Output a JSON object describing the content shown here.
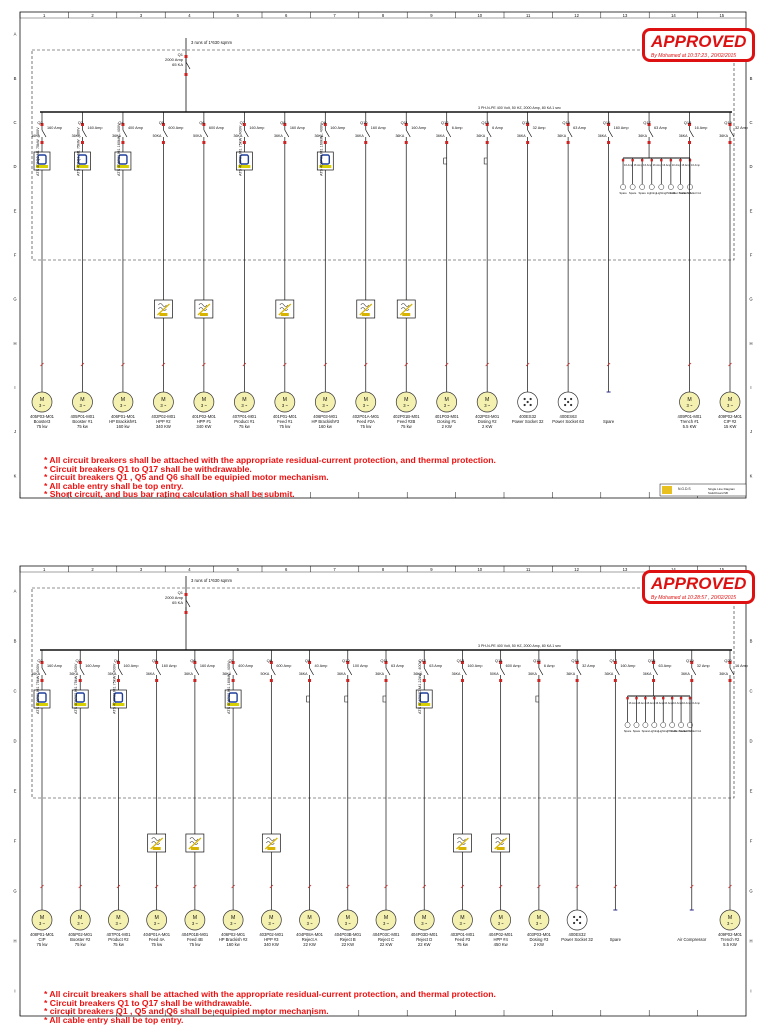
{
  "col_numbers": [
    "1",
    "2",
    "3",
    "4",
    "5",
    "6",
    "7",
    "8",
    "9",
    "10",
    "11",
    "12",
    "13",
    "14",
    "15"
  ],
  "row_letters": [
    "A",
    "B",
    "C",
    "D",
    "E",
    "F",
    "G",
    "H",
    "I",
    "J",
    "K"
  ],
  "sheets": [
    {
      "incoming": "3 runs of 1*630 sqmm",
      "main_breaker": {
        "tag": "Q1",
        "rating": "2000 Amp",
        "ka": "65 KA"
      },
      "busbar": "3 PH-N-PE 400 Volt, 50 HZ, 2000 Amp, 80 KA 1 sec",
      "approved": "APPROVED",
      "approved_by": "By Mohamed at 10:37:23 , 20/02/2015",
      "title_block": {
        "company": "N.G.D.S",
        "title": "Single Line Diagram",
        "subtitle": "Switchboard SB"
      },
      "feeders": [
        {
          "q": "Q2",
          "amp": "160 Amp",
          "ka": "36KA",
          "dev": "ATS",
          "dev_label": "ATS 405Q2 M1 75kW , 400V",
          "id": "405P03-M01",
          "name": "Booster3",
          "kw": "75 kw",
          "motor": "M 3 ~"
        },
        {
          "q": "Q3",
          "amp": "160 Amp",
          "ka": "36KA",
          "dev": "ATS",
          "dev_label": "ATS 405Q1 M1 75kW , 400V",
          "id": "405P01-M01",
          "name": "Booster #1",
          "kw": "75 kw",
          "motor": "M 3 ~"
        },
        {
          "q": "Q4",
          "amp": "400 Amp",
          "ka": "36KA",
          "dev": "ATS",
          "dev_label": "ATS 406P01 M1 160kW , 400V",
          "id": "406P01-M01",
          "name": "HP Brackish#1",
          "kw": "160 kw",
          "motor": "M 3 ~"
        },
        {
          "q": "Q5",
          "amp": "600 Amp",
          "ka": "50KA",
          "dev": "VFD",
          "id": "402P02-M01",
          "name": "HPP #2",
          "kw": "340 KW",
          "motor": "M 3 ~"
        },
        {
          "q": "Q6",
          "amp": "600 Amp",
          "ka": "50KA",
          "dev": "VFD",
          "id": "401P02-M01",
          "name": "HPP #1",
          "kw": "340 KW",
          "motor": "M 3 ~"
        },
        {
          "q": "Q7",
          "amp": "160 Amp",
          "ka": "36KA",
          "dev": "ATS",
          "dev_label": "ATS 407P01 M1 75kW , 400V",
          "id": "407P01-M01",
          "name": "Product #1",
          "kw": "75 kw",
          "motor": "M 3 ~"
        },
        {
          "q": "Q8",
          "amp": "160 Amp",
          "ka": "36KA",
          "dev": "VFD",
          "id": "401P01-M01",
          "name": "Feed #1",
          "kw": "75 kw",
          "motor": "M 3 ~"
        },
        {
          "q": "Q9",
          "amp": "160 Amp",
          "ka": "36KA",
          "dev": "ATS",
          "dev_label": "ATS 406P03 M1 160kW , 400V",
          "id": "406P03-M01",
          "name": "HP Brackish#3",
          "kw": "160 kw",
          "motor": "M 3 ~"
        },
        {
          "q": "Q10",
          "amp": "160 Amp",
          "ka": "36KA",
          "dev": "VFD",
          "id": "402P01A-M01",
          "name": "Feed #2A",
          "kw": "75 kw",
          "motor": "M 3 ~"
        },
        {
          "q": "Q11",
          "amp": "160 Amp",
          "ka": "36KA",
          "dev": "VFD",
          "id": "402P01B-M01",
          "name": "Feed #2B",
          "kw": "75 kw",
          "motor": "M 3 ~"
        },
        {
          "q": "Q12",
          "amp": "6 Amp",
          "ka": "36KA",
          "dev": "NONE",
          "id": "401P03-M01",
          "name": "Dosing #1",
          "kw": "2 KW",
          "motor": "M 3 ~"
        },
        {
          "q": "Q13",
          "amp": "6 Amp",
          "ka": "36KA",
          "dev": "NONE",
          "id": "402P03-M01",
          "name": "Dosing #2",
          "kw": "2 KW",
          "motor": "M 3 ~"
        },
        {
          "q": "Q14",
          "amp": "32 Amp",
          "ka": "36KA",
          "dev": "NONE",
          "id": "400ES32",
          "name": "Power Socket 32",
          "kw": "",
          "motor": "socket"
        },
        {
          "q": "Q15",
          "amp": "63 Amp",
          "ka": "36KA",
          "dev": "NONE",
          "id": "400ES63",
          "name": "Power Socket 63",
          "kw": "",
          "motor": "socket"
        },
        {
          "q": "Q16",
          "amp": "160 Amp",
          "ka": "36KA",
          "dev": "NONE",
          "id": "",
          "name": "Spare",
          "kw": "",
          "motor": "spare"
        },
        {
          "q": "Q17",
          "amp": "63 Amp",
          "ka": "36KA",
          "dev": "NONE",
          "id": "",
          "name": "",
          "kw": "",
          "motor": "dist"
        },
        {
          "q": "Q18",
          "amp": "16 Amp",
          "ka": "36KA",
          "dev": "NONE",
          "id": "409P01-M01",
          "name": "Trench #1",
          "kw": "5.5 KW",
          "motor": "M 3 ~"
        },
        {
          "q": "Q19",
          "amp": "32 Amp",
          "ka": "36KA",
          "dev": "NONE",
          "id": "409P02-M01",
          "name": "CIP #2",
          "kw": "15 KW",
          "motor": "M 3 ~"
        }
      ],
      "notes": [
        "* All circuit breakers shall be attached with the appropriate residual-current protection, and thermal protection.",
        "* Circuit breakers Q1 to Q17 shall be withdrawable.",
        "* circuit breakers Q1 , Q5 and Q6 shall be equipied motor mechanism.",
        "* All cable entry shall be top entry.",
        "* Short circuit, and bus bar rating calculation shall be submit."
      ]
    },
    {
      "incoming": "3 runs of 1*630 sqmm",
      "main_breaker": {
        "tag": "Q1",
        "rating": "2000 Amp",
        "ka": "65 KA"
      },
      "busbar": "3 PH-N-PE 400 Volt, 50 HZ, 2000 Amp, 80 KA 1 sec",
      "approved": "APPROVED",
      "approved_by": "By Mohamed at 10:28:57 , 20/02/2015",
      "feeders": [
        {
          "q": "Q2",
          "amp": "160 Amp",
          "ka": "36KA",
          "dev": "ATS",
          "dev_label": "ATS 408P01 M1 75kW , 400V",
          "id": "408P01-M01",
          "name": "CIP",
          "kw": "75 kw",
          "motor": "M 3 ~"
        },
        {
          "q": "Q3",
          "amp": "160 Amp",
          "ka": "36KA",
          "dev": "ATS",
          "dev_label": "ATS 405P02 M1 75kW , 400V",
          "id": "405P02-M01",
          "name": "Booster #2",
          "kw": "75 kw",
          "motor": "M 3 ~"
        },
        {
          "q": "Q4",
          "amp": "160 Amp",
          "ka": "36KA",
          "dev": "ATS",
          "dev_label": "ATS 407P02 M1 75kW , 400V",
          "id": "407P01-M01",
          "name": "Product #2",
          "kw": "75 kw",
          "motor": "M 3 ~"
        },
        {
          "q": "Q5",
          "amp": "160 Amp",
          "ka": "36KA",
          "dev": "VFD",
          "id": "404P01A-M01",
          "name": "Feed 4A",
          "kw": "75 kw",
          "motor": "M 3 ~"
        },
        {
          "q": "Q6",
          "amp": "160 Amp",
          "ka": "36KA",
          "dev": "VFD",
          "id": "404P01B-M01",
          "name": "Feed 4B",
          "kw": "75 kw",
          "motor": "M 3 ~"
        },
        {
          "q": "Q7",
          "amp": "400 Amp",
          "ka": "36KA",
          "dev": "ATS",
          "dev_label": "ATS 406P02 M1 160kW , 400V",
          "id": "406P02-M01",
          "name": "HP Brackish #2",
          "kw": "160 kw",
          "motor": "M 3 ~"
        },
        {
          "q": "Q8",
          "amp": "600 Amp",
          "ka": "50KA",
          "dev": "VFD",
          "id": "403P02-M01",
          "name": "HPP #3",
          "kw": "340 KW",
          "motor": "M 3 ~"
        },
        {
          "q": "Q9",
          "amp": "40 Amp",
          "ka": "36KA",
          "dev": "NONE",
          "id": "404P08A-M01",
          "name": "Reject A",
          "kw": "22 KW",
          "motor": "M 3 ~"
        },
        {
          "q": "Q10",
          "amp": "100 Amp",
          "ka": "36KA",
          "dev": "NONE",
          "id": "404P03B-M01",
          "name": "Reject B",
          "kw": "22 KW",
          "motor": "M 3 ~"
        },
        {
          "q": "Q11",
          "amp": "63 Amp",
          "ka": "36KA",
          "dev": "NONE",
          "id": "404P03C-M01",
          "name": "Reject C",
          "kw": "22 KW",
          "motor": "M 3 ~"
        },
        {
          "q": "Q12",
          "amp": "63 Amp",
          "ka": "36KA",
          "dev": "ATS",
          "dev_label": "ATS 404P03D M1 22kW , 400V",
          "id": "404P03D-M01",
          "name": "Reject D",
          "kw": "22 KW",
          "motor": "M 3 ~"
        },
        {
          "q": "Q13",
          "amp": "160 Amp",
          "ka": "36KA",
          "dev": "VFD",
          "id": "403P01-M01",
          "name": "Feed #3",
          "kw": "75 kw",
          "motor": "M 3 ~"
        },
        {
          "q": "Q14",
          "amp": "600 Amp",
          "ka": "50KA",
          "dev": "VFD",
          "id": "404P02-M01",
          "name": "HPP #4",
          "kw": "450 Kw",
          "motor": "M 3 ~"
        },
        {
          "q": "Q15",
          "amp": "6 Amp",
          "ka": "36KA",
          "dev": "NONE",
          "id": "403P03-M01",
          "name": "Dosing #3",
          "kw": "2 KW",
          "motor": "M 3 ~"
        },
        {
          "q": "Q16",
          "amp": "32 Amp",
          "ka": "36KA",
          "dev": "NONE",
          "id": "400ES32",
          "name": "Power Socket 32",
          "kw": "",
          "motor": "socket"
        },
        {
          "q": "Q17",
          "amp": "160 Amp",
          "ka": "36KA",
          "dev": "NONE",
          "id": "",
          "name": "Spare",
          "kw": "",
          "motor": "spare"
        },
        {
          "q": "Q18",
          "amp": "63 Amp",
          "ka": "36KA",
          "dev": "NONE",
          "id": "",
          "name": "",
          "kw": "",
          "motor": "dist"
        },
        {
          "q": "Q19",
          "amp": "32 Amp",
          "ka": "36KA",
          "dev": "NONE",
          "id": "",
          "name": "Air Compressor",
          "kw": "",
          "motor": "spare"
        },
        {
          "q": "Q20",
          "amp": "16 Amp",
          "ka": "36KA",
          "dev": "NONE",
          "id": "409P02-M01",
          "name": "Trench #2",
          "kw": "5.5 KW",
          "motor": "M 3 ~"
        }
      ],
      "notes": [
        "* All circuit breakers shall be attached with the appropriate residual-current protection, and thermal protection.",
        "* Circuit breakers Q1 to Q17 shall be withdrawable.",
        "* circuit breakers Q1 , Q5 and Q6 shall be equipied motor mechanism.",
        "* All cable entry shall be top entry."
      ]
    }
  ],
  "dist_panel": {
    "items": [
      "Spare",
      "Spare",
      "Spare",
      "Lighting",
      "Lighting",
      "PLC #1",
      "Socket Outlet N.A",
      "Socket Outlet N.A"
    ],
    "ratings": [
      "16 Amp",
      "16 Amp",
      "16 Amp",
      "16 Amp",
      "16 Amp",
      "10 Amp",
      "16 Amp",
      "16 Amp"
    ]
  },
  "colors": {
    "approved": "#d11111",
    "notes": "#e11111",
    "breaker_red": "#cc2222",
    "line": "#111111",
    "motor_fill": "#f4f0b0",
    "vfd": "#d8b400",
    "ats": "#1f3f9a"
  }
}
